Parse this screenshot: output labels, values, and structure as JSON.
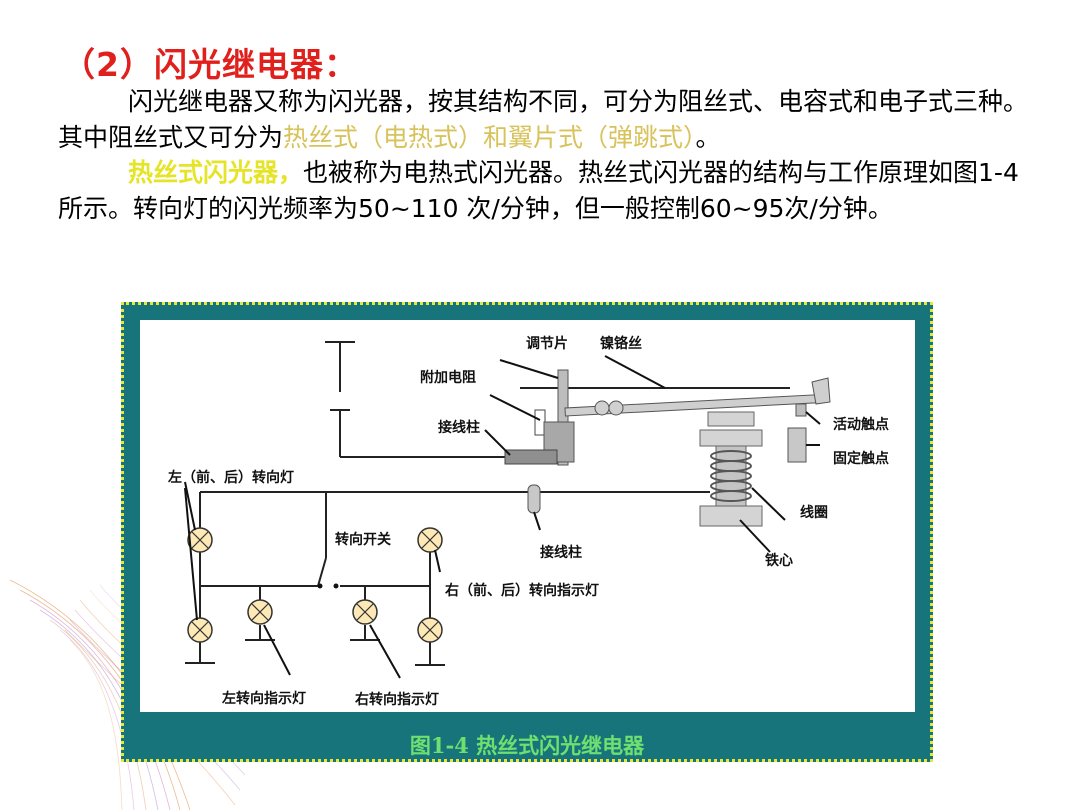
{
  "heading": "（2）闪光继电器：",
  "paragraph1": {
    "part1": "闪光继电器又称为闪光器，按其结构不同，可分为阻丝式、电容式和电子式三种。其中阻丝式又可分为",
    "highlight": "热丝式（电热式）和翼片式（弹跳式）",
    "part2": "。"
  },
  "paragraph2": {
    "highlight": "热丝式闪光器，",
    "text": "也被称为电热式闪光器。热丝式闪光器的结构与工作原理如图1-4 所示。转向灯的闪光频率为50~110 次/分钟，但一般控制60~95次/分钟。"
  },
  "figure": {
    "caption": "图1-4   热丝式闪光继电器",
    "labels": {
      "adjust_plate": "调节片",
      "nichrome_wire": "镍铬丝",
      "extra_resistor": "附加电阻",
      "terminal_top": "接线柱",
      "moving_contact": "活动触点",
      "fixed_contact": "固定触点",
      "left_lamp": "左（前、后）转向灯",
      "turn_switch": "转向开关",
      "coil": "线圈",
      "terminal_bottom": "接线柱",
      "iron_core": "铁心",
      "right_indicator": "右（前、后）转向指示灯",
      "left_pilot": "左转向指示灯",
      "right_pilot": "右转向指示灯"
    }
  },
  "colors": {
    "heading": "#e0201c",
    "highlight_gold": "#d8c25a",
    "highlight_yellow": "#e6e428",
    "frame": "#16747a",
    "caption": "#6ee070"
  }
}
